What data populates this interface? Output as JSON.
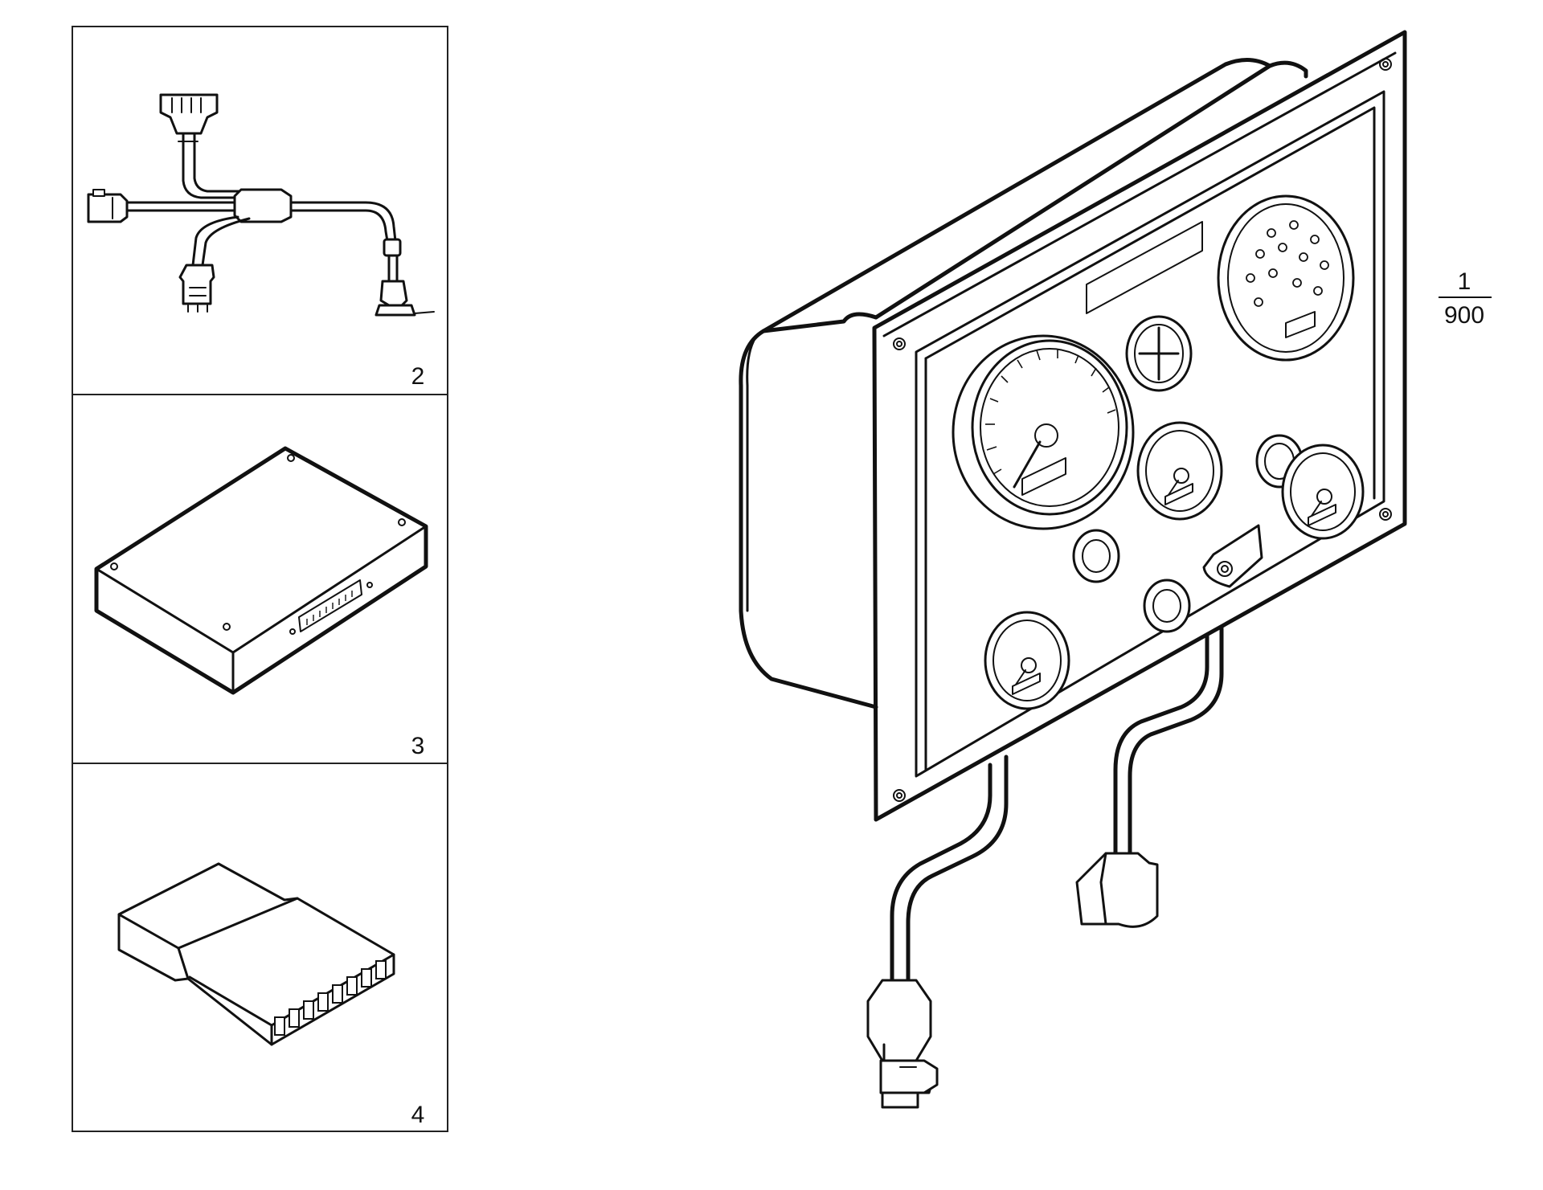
{
  "callouts": {
    "harness": "2",
    "control_box": "3",
    "connector": "4",
    "panel_number": "1",
    "panel_quantity": "900"
  }
}
